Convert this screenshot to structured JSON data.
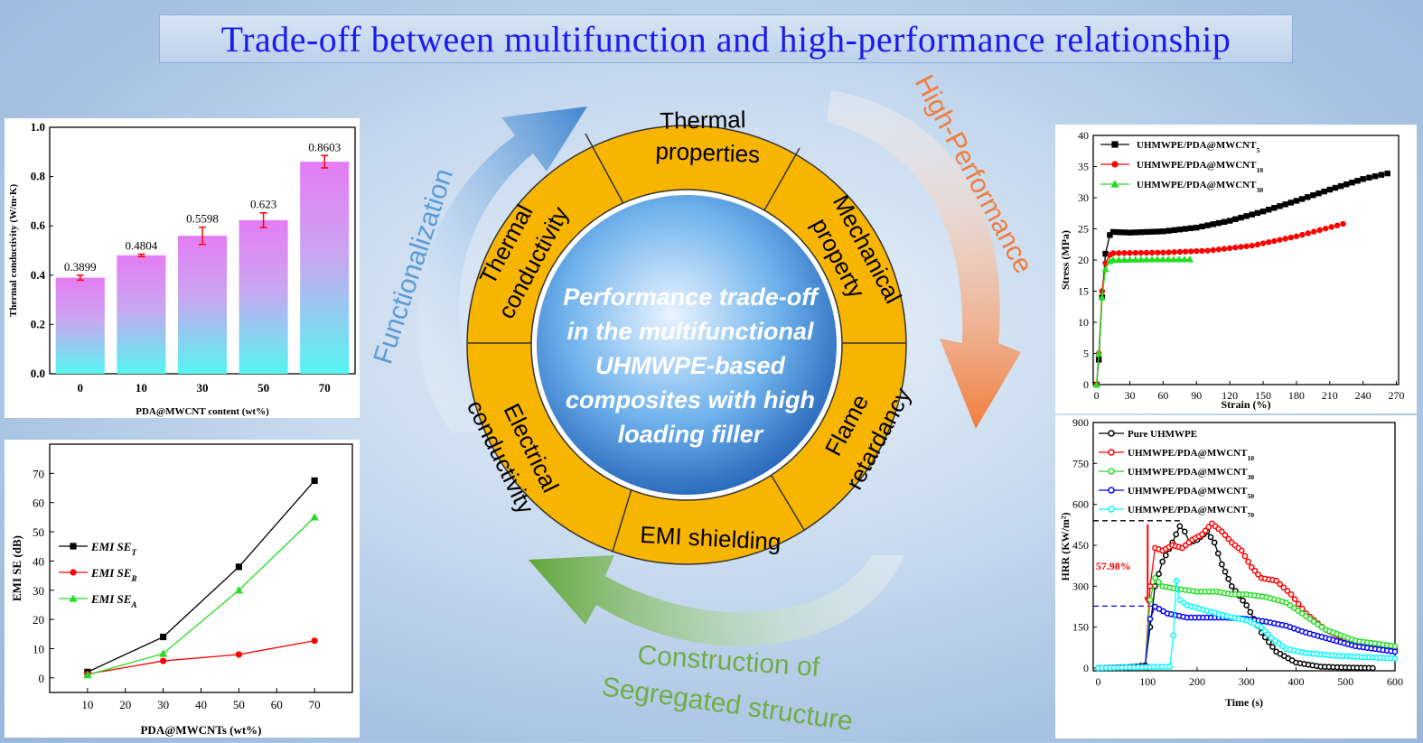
{
  "banner": {
    "title": "Trade-off between multifunction and high-performance relationship"
  },
  "wheel": {
    "center_lines": [
      "Performance trade-off",
      "in the multifunctional",
      "UHMWPE-based",
      "composites with high",
      "loading filler"
    ],
    "segments": {
      "thermal_properties": [
        "Thermal",
        "properties"
      ],
      "mechanical_property": [
        "Mechanical",
        "property"
      ],
      "flame_retardancy": [
        "Flame",
        "retardancy"
      ],
      "emi_shielding": [
        "EMI shielding"
      ],
      "electrical_conductivity": [
        "Electrical",
        "conductivity"
      ],
      "thermal_conductivity": [
        "Thermal",
        "conductivity"
      ]
    },
    "arrows": {
      "functionalization": "Functionalization",
      "high_performance": "High-Performance",
      "construction": [
        "Construction of",
        "Segregated structure"
      ]
    },
    "colors": {
      "ring": "#f7b500",
      "functional_arrow": "#5b9bd5",
      "performance_arrow": "#f07d3c",
      "construction_arrow": "#70ad47"
    }
  },
  "chart_tc": {
    "chart_data": {
      "type": "bar",
      "categories": [
        "0",
        "10",
        "30",
        "50",
        "70"
      ],
      "values": [
        0.3899,
        0.4804,
        0.5598,
        0.623,
        0.8603
      ],
      "value_labels": [
        "0.3899",
        "0.4804",
        "0.5598",
        "0.623",
        "0.8603"
      ],
      "errors": [
        0.01,
        0.005,
        0.035,
        0.03,
        0.025
      ],
      "xlabel": "PDA@MWCNT content (wt%)",
      "ylabel": "Thermal conductivity (W/m·K)",
      "ylim": [
        0,
        1.0
      ],
      "yticks": [
        "0.0",
        "0.2",
        "0.4",
        "0.6",
        "0.8",
        "1.0"
      ]
    }
  },
  "chart_emi": {
    "chart_data": {
      "type": "line",
      "x": [
        10,
        30,
        50,
        70
      ],
      "series": [
        {
          "name": "EMI SE",
          "sub": "T",
          "values": [
            2,
            14,
            38,
            67.5
          ],
          "color": "#000000",
          "marker": "square"
        },
        {
          "name": "EMI SE",
          "sub": "R",
          "values": [
            1.3,
            5.8,
            8,
            12.7
          ],
          "color": "#ff0000",
          "marker": "circle"
        },
        {
          "name": "EMI SE",
          "sub": "A",
          "values": [
            1,
            8.3,
            30,
            55
          ],
          "color": "#22dd22",
          "marker": "triangle"
        }
      ],
      "xlabel": "PDA@MWCNTs (wt%)",
      "ylabel": "EMI SE (dB)",
      "xlim": [
        0,
        80
      ],
      "ylim": [
        -5,
        80
      ],
      "xticks": [
        "10",
        "20",
        "30",
        "40",
        "50",
        "60",
        "70"
      ],
      "yticks": [
        "0",
        "10",
        "20",
        "30",
        "40",
        "50",
        "60",
        "70"
      ]
    }
  },
  "chart_stress": {
    "chart_data": {
      "type": "line",
      "series": [
        {
          "name": "UHMWPE/PDA@MWCNT",
          "sub": "5",
          "color": "#000000",
          "marker": "square",
          "points": [
            [
              0,
              0
            ],
            [
              2,
              4
            ],
            [
              5,
              14
            ],
            [
              8,
              21
            ],
            [
              12,
              24
            ],
            [
              15,
              24.5
            ],
            [
              30,
              24.4
            ],
            [
              60,
              24.6
            ],
            [
              90,
              25.2
            ],
            [
              120,
              26.3
            ],
            [
              150,
              27.8
            ],
            [
              180,
              29.5
            ],
            [
              210,
              31.3
            ],
            [
              240,
              33
            ],
            [
              262,
              33.9
            ]
          ]
        },
        {
          "name": "UHMWPE/PDA@MWCNT",
          "sub": "10",
          "color": "#ff0000",
          "marker": "circle",
          "points": [
            [
              0,
              0
            ],
            [
              2,
              5
            ],
            [
              5,
              15
            ],
            [
              8,
              19.5
            ],
            [
              12,
              20.8
            ],
            [
              15,
              21.1
            ],
            [
              60,
              21.2
            ],
            [
              100,
              21.5
            ],
            [
              140,
              22.3
            ],
            [
              180,
              23.8
            ],
            [
              222,
              25.8
            ]
          ]
        },
        {
          "name": "UHMWPE/PDA@MWCNT",
          "sub": "30",
          "color": "#22dd22",
          "marker": "triangle",
          "points": [
            [
              0,
              0
            ],
            [
              2,
              5
            ],
            [
              5,
              14
            ],
            [
              8,
              18.5
            ],
            [
              12,
              19.8
            ],
            [
              15,
              20
            ],
            [
              50,
              20.1
            ],
            [
              84,
              20.1
            ]
          ]
        }
      ],
      "xlabel": "Strain (%)",
      "ylabel": "Stress (MPa)",
      "xlim": [
        -3,
        272
      ],
      "ylim": [
        0,
        40
      ],
      "xticks": [
        "0",
        "30",
        "60",
        "90",
        "120",
        "150",
        "180",
        "210",
        "240",
        "270"
      ],
      "yticks": [
        "0",
        "5",
        "10",
        "15",
        "20",
        "25",
        "30",
        "35",
        "40"
      ]
    }
  },
  "chart_hrr": {
    "chart_data": {
      "type": "line",
      "series": [
        {
          "name": "Pure UHMWPE",
          "sub": "",
          "color": "#000000",
          "marker": "open-circle",
          "points": [
            [
              0,
              0
            ],
            [
              60,
              2
            ],
            [
              95,
              10
            ],
            [
              105,
              150
            ],
            [
              115,
              300
            ],
            [
              130,
              390
            ],
            [
              150,
              460
            ],
            [
              165,
              520
            ],
            [
              175,
              500
            ],
            [
              185,
              460
            ],
            [
              200,
              470
            ],
            [
              220,
              500
            ],
            [
              235,
              460
            ],
            [
              250,
              380
            ],
            [
              270,
              300
            ],
            [
              300,
              230
            ],
            [
              330,
              130
            ],
            [
              360,
              60
            ],
            [
              400,
              20
            ],
            [
              450,
              5
            ],
            [
              500,
              2
            ],
            [
              555,
              0
            ]
          ]
        },
        {
          "name": "UHMWPE/PDA@MWCNT",
          "sub": "10",
          "color": "#ff0000",
          "marker": "open-circle",
          "points": [
            [
              0,
              0
            ],
            [
              95,
              5
            ],
            [
              105,
              300
            ],
            [
              115,
              440
            ],
            [
              130,
              430
            ],
            [
              150,
              450
            ],
            [
              170,
              440
            ],
            [
              190,
              470
            ],
            [
              210,
              490
            ],
            [
              230,
              530
            ],
            [
              250,
              500
            ],
            [
              270,
              460
            ],
            [
              290,
              430
            ],
            [
              310,
              370
            ],
            [
              330,
              330
            ],
            [
              360,
              320
            ],
            [
              390,
              270
            ],
            [
              420,
              200
            ],
            [
              460,
              140
            ],
            [
              520,
              90
            ],
            [
              600,
              70
            ]
          ]
        },
        {
          "name": "UHMWPE/PDA@MWCNT",
          "sub": "30",
          "color": "#22dd22",
          "marker": "open-circle",
          "points": [
            [
              0,
              0
            ],
            [
              95,
              5
            ],
            [
              105,
              250
            ],
            [
              115,
              330
            ],
            [
              130,
              300
            ],
            [
              160,
              290
            ],
            [
              200,
              280
            ],
            [
              240,
              280
            ],
            [
              270,
              270
            ],
            [
              300,
              270
            ],
            [
              340,
              260
            ],
            [
              380,
              240
            ],
            [
              420,
              190
            ],
            [
              460,
              140
            ],
            [
              520,
              100
            ],
            [
              600,
              80
            ]
          ]
        },
        {
          "name": "UHMWPE/PDA@MWCNT",
          "sub": "50",
          "color": "#0000ff",
          "marker": "open-circle",
          "points": [
            [
              0,
              0
            ],
            [
              95,
              5
            ],
            [
              105,
              180
            ],
            [
              115,
              225
            ],
            [
              140,
              200
            ],
            [
              180,
              185
            ],
            [
              220,
              185
            ],
            [
              260,
              185
            ],
            [
              300,
              180
            ],
            [
              340,
              170
            ],
            [
              380,
              155
            ],
            [
              420,
              130
            ],
            [
              460,
              110
            ],
            [
              520,
              80
            ],
            [
              600,
              60
            ]
          ]
        },
        {
          "name": "UHMWPE/PDA@MWCNT",
          "sub": "70",
          "color": "#00ffff",
          "marker": "open-circle",
          "points": [
            [
              0,
              0
            ],
            [
              145,
              5
            ],
            [
              152,
              120
            ],
            [
              158,
              320
            ],
            [
              165,
              250
            ],
            [
              180,
              230
            ],
            [
              220,
              210
            ],
            [
              260,
              190
            ],
            [
              300,
              175
            ],
            [
              330,
              150
            ],
            [
              350,
              110
            ],
            [
              380,
              70
            ],
            [
              420,
              55
            ],
            [
              480,
              45
            ],
            [
              540,
              40
            ],
            [
              600,
              35
            ]
          ]
        }
      ],
      "annotation": "57.98%",
      "xlabel": "Time (s)",
      "ylabel": "HRR (KW/m²)",
      "xlim": [
        -10,
        600
      ],
      "ylim": [
        -10,
        900
      ],
      "xticks": [
        "0",
        "100",
        "200",
        "300",
        "400",
        "500",
        "600"
      ],
      "yticks": [
        "0",
        "150",
        "300",
        "450",
        "600",
        "750",
        "900"
      ]
    }
  }
}
